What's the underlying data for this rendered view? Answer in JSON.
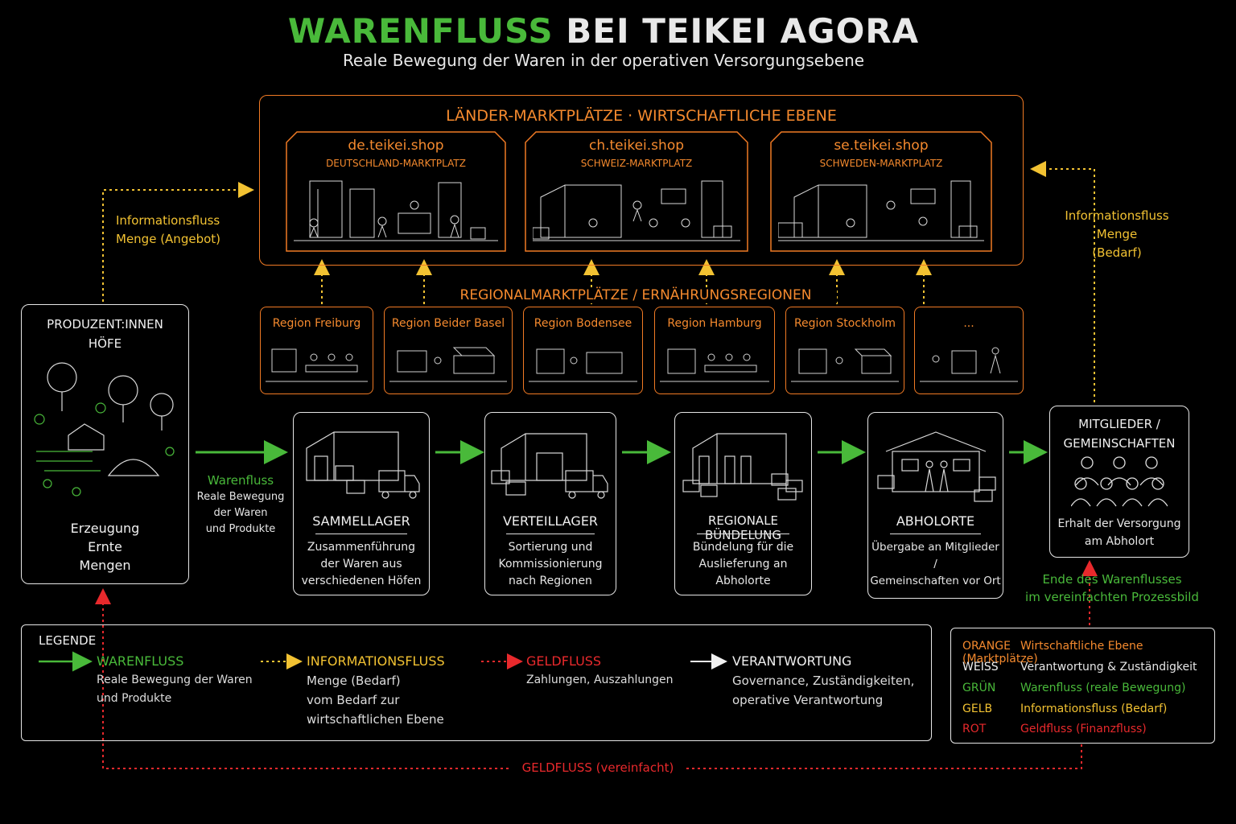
{
  "header": {
    "title_green": "WARENFLUSS",
    "title_white": "BEI TEIKEI AGORA",
    "subtitle": "Reale Bewegung der Waren in der operativen Versorgungsebene"
  },
  "economic_level": {
    "title": "LÄNDER-MARKTPLÄTZE · WIRTSCHAFTLICHE EBENE",
    "shops": [
      {
        "domain": "de.teikei.shop",
        "name": "DEUTSCHLAND-MARKTPLATZ"
      },
      {
        "domain": "ch.teikei.shop",
        "name": "SCHWEIZ-MARKTPLATZ"
      },
      {
        "domain": "se.teikei.shop",
        "name": "SCHWEDEN-MARKTPLATZ"
      }
    ]
  },
  "regions": {
    "title": "REGIONALMARKTPLÄTZE / ERNÄHRUNGSREGIONEN",
    "items": [
      "Region Freiburg",
      "Region Beider Basel",
      "Region Bodensee",
      "Region Hamburg",
      "Region Stockholm",
      "..."
    ]
  },
  "info_flow_left": {
    "line1": "Informationsfluss",
    "line2": "Menge (Angebot)"
  },
  "info_flow_right": {
    "line1": "Informationsfluss",
    "line2": "Menge",
    "line3": "(Bedarf)"
  },
  "producers": {
    "title1": "PRODUZENT:INNEN",
    "title2": "HÖFE",
    "desc1": "Erzeugung",
    "desc2": "Ernte",
    "desc3": "Mengen"
  },
  "goods_flow_label": {
    "title": "Warenfluss",
    "line1": "Reale Bewegung",
    "line2": "der Waren",
    "line3": "und Produkte"
  },
  "steps": [
    {
      "title": "SAMMELLAGER",
      "d1": "Zusammenführung",
      "d2": "der Waren aus",
      "d3": "verschiedenen Höfen"
    },
    {
      "title": "VERTEILLAGER",
      "d1": "Sortierung und",
      "d2": "Kommissionierung",
      "d3": "nach Regionen"
    },
    {
      "title": "REGIONALE BÜNDELUNG",
      "d1": "Bündelung für die",
      "d2": "Auslieferung an",
      "d3": "Abholorte"
    },
    {
      "title": "ABHOLORTE",
      "d1": "Übergabe an Mitglieder /",
      "d2": "Gemeinschaften vor Ort",
      "d3": ""
    }
  ],
  "members": {
    "title1": "MITGLIEDER /",
    "title2": "GEMEINSCHAFTEN",
    "desc1": "Erhalt der Versorgung",
    "desc2": "am Abholort"
  },
  "end_note": {
    "line1": "Ende des Warenflusses",
    "line2": "im vereinfachten Prozessbild"
  },
  "legend": {
    "title": "LEGENDE",
    "items": [
      {
        "label": "WARENFLUSS",
        "d1": "Reale Bewegung der Waren",
        "d2": "und Produkte",
        "d3": ""
      },
      {
        "label": "INFORMATIONSFLUSS",
        "d1": "Menge (Bedarf)",
        "d2": "vom Bedarf zur",
        "d3": "wirtschaftlichen Ebene"
      },
      {
        "label": "GELDFLUSS",
        "d1": "Zahlungen, Auszahlungen",
        "d2": "",
        "d3": ""
      },
      {
        "label": "VERANTWORTUNG",
        "d1": "Governance, Zuständigkeiten,",
        "d2": "operative Verantwortung",
        "d3": ""
      }
    ]
  },
  "color_key": [
    {
      "key": "ORANGE",
      "value": "Wirtschaftliche Ebene (Marktplätze)",
      "color": "#f58a2e"
    },
    {
      "key": "WEISS",
      "value": "Verantwortung & Zuständigkeit",
      "color": "#f0f0f0"
    },
    {
      "key": "GRÜN",
      "value": "Warenfluss (reale Bewegung)",
      "color": "#49b93a"
    },
    {
      "key": "GELB",
      "value": "Informationsfluss (Bedarf)",
      "color": "#f2c232"
    },
    {
      "key": "ROT",
      "value": "Geldfluss (Finanzfluss)",
      "color": "#e8292c"
    }
  ],
  "money_flow_label": "GELDFLUSS (vereinfacht)",
  "colors": {
    "orange": "#f07a24",
    "green": "#49b93a",
    "yellow": "#f2c232",
    "red": "#e8292c",
    "white": "#f0f0f0"
  }
}
